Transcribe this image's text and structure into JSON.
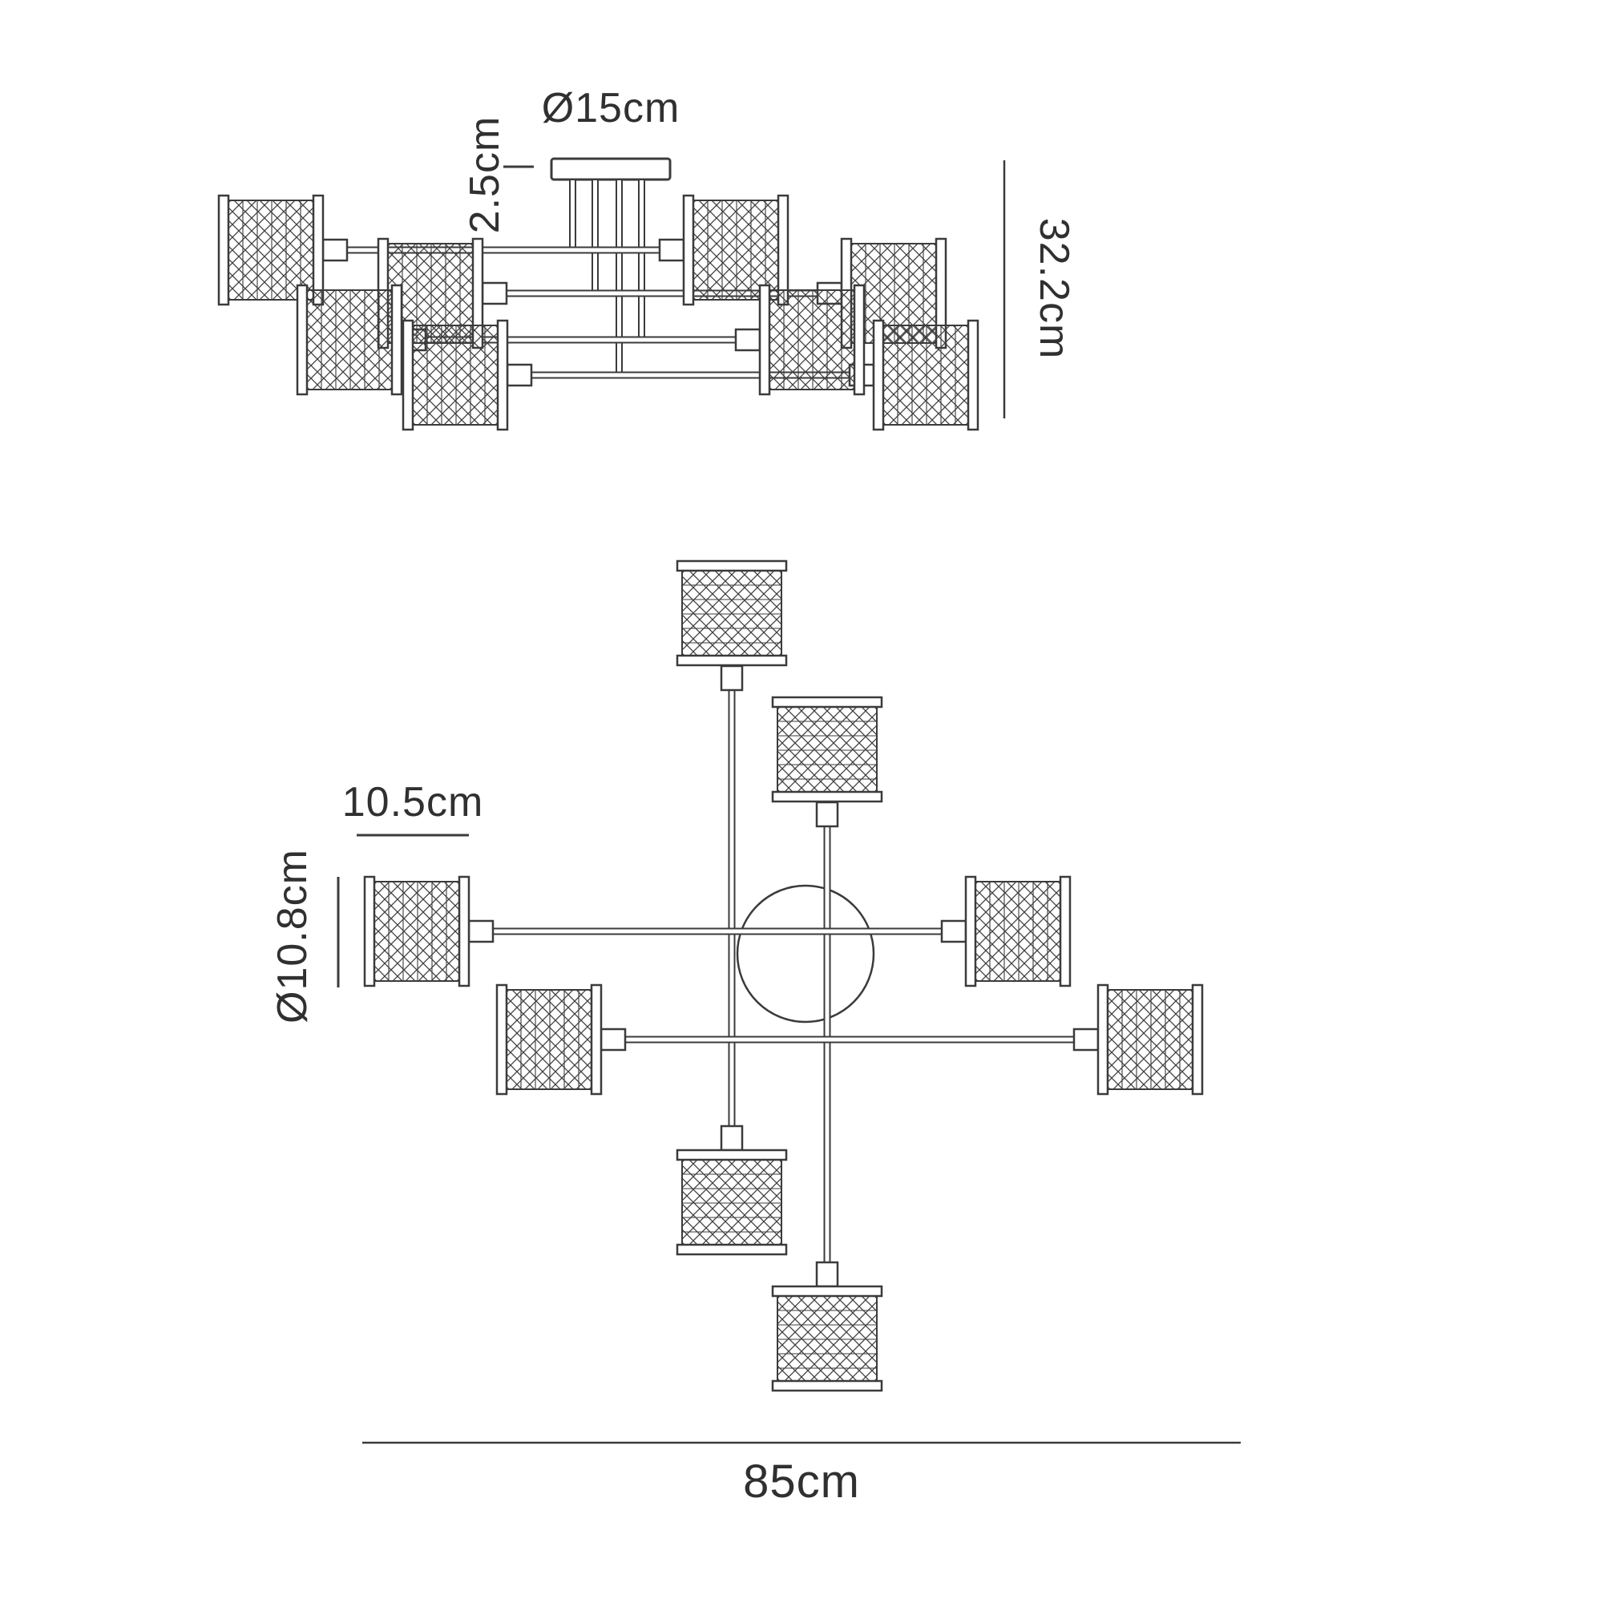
{
  "diagram": {
    "labels": {
      "canopy_diameter": "Ø15cm",
      "canopy_height": "2.5cm",
      "overall_height": "32.2cm",
      "shade_width": "10.5cm",
      "shade_diameter": "Ø10.8cm",
      "overall_width": "85cm"
    },
    "colors": {
      "line": "#3b3b3b",
      "text": "#303030",
      "background": "#ffffff"
    }
  }
}
